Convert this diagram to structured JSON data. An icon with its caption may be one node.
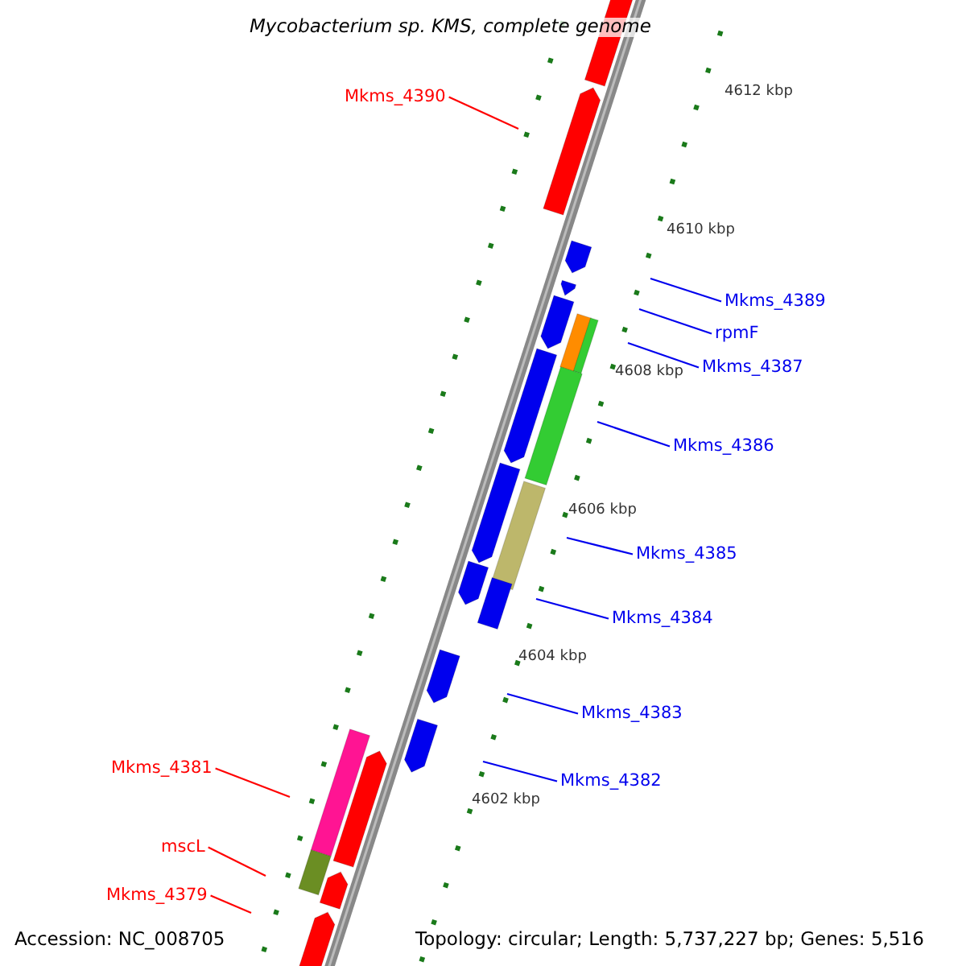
{
  "diagram": {
    "title": "Mycobacterium sp. KMS, complete genome",
    "nodes": [
      {
        "text": [
          "Mkms_4390"
        ]
      },
      {
        "text": [
          "Mkms_4389"
        ]
      },
      {
        "text": [
          "rpmF"
        ]
      },
      {
        "text": [
          "Mkms_4387"
        ]
      },
      {
        "text": [
          "Mkms_4386"
        ]
      },
      {
        "text": [
          "Mkms_4385"
        ]
      },
      {
        "text": [
          "Mkms_4384"
        ]
      },
      {
        "text": [
          "Mkms_4383"
        ]
      },
      {
        "text": [
          "Mkms_4382"
        ]
      },
      {
        "text": [
          "Mkms_4381"
        ]
      },
      {
        "text": [
          "mscL"
        ]
      },
      {
        "text": [
          "Mkms_4379"
        ]
      }
    ],
    "edges": [
      {
        "from": 0,
        "to": null,
        "arrow": "none",
        "color": "#ff0000"
      },
      {
        "from": 1,
        "to": null,
        "arrow": "none"
      },
      {
        "from": 2,
        "to": null,
        "arrow": "none"
      },
      {
        "from": 3,
        "to": null,
        "arrow": "none"
      },
      {
        "from": 4,
        "to": null,
        "arrow": "none"
      },
      {
        "from": 5,
        "to": null,
        "arrow": "none"
      },
      {
        "from": 6,
        "to": null,
        "arrow": "none"
      },
      {
        "from": 7,
        "to": null,
        "arrow": "none"
      },
      {
        "from": 8,
        "to": null,
        "arrow": "none"
      },
      {
        "from": 9,
        "to": null,
        "arrow": "none",
        "color": "#ff0000"
      },
      {
        "from": 10,
        "to": null,
        "arrow": "none",
        "color": "#ff0000"
      },
      {
        "from": 11,
        "to": null,
        "arrow": "none",
        "color": "#ff0000"
      }
    ],
    "labels": [
      "4612 kbp",
      "4610 kbp",
      "4608 kbp",
      "4606 kbp",
      "4604 kbp",
      "4602 kbp",
      "Accession: NC_008705",
      "Topology: circular; Length: 5,737,227 bp; Genes: 5,516"
    ]
  }
}
